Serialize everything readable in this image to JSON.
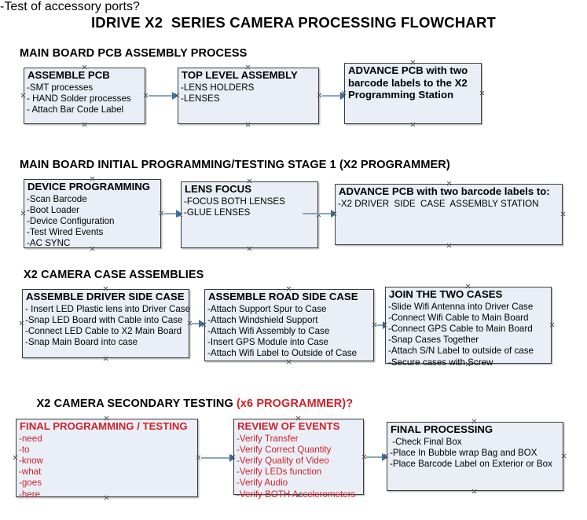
{
  "document": {
    "title": "IDRIVE X2  SERIES CAMERA PROCESSING FLOWCHART"
  },
  "colors": {
    "box_fill": "#eaeff7",
    "box_border": "#3b3b3b",
    "connector": "#8aa6c0",
    "arrowhead": "#3a6ea5",
    "accent_red": "#d12229",
    "text": "#000000"
  },
  "sections": [
    {
      "heading": "MAIN BOARD PCB ASSEMBLY PROCESS",
      "heading_accent": "",
      "boxes": [
        {
          "title": "ASSEMBLE PCB",
          "lines": [
            "-SMT processes",
            "- HAND Solder processes",
            "- Attach Bar Code Label"
          ]
        },
        {
          "title": "TOP LEVEL ASSEMBLY",
          "lines": [
            "-LENS HOLDERS",
            "-LENSES"
          ]
        },
        {
          "title": "ADVANCE PCB with two barcode labels to the  X2 Programming Station",
          "lines": []
        }
      ]
    },
    {
      "heading": "MAIN BOARD INITIAL PROGRAMMING/TESTING STAGE 1 (X2 PROGRAMMER)",
      "heading_accent": "",
      "boxes": [
        {
          "title": "DEVICE PROGRAMMING",
          "lines": [
            "-Scan Barcode",
            "-Boot Loader",
            "-Device Configuration",
            "-Test Wired Events",
            "-AC SYNC"
          ]
        },
        {
          "title": "LENS FOCUS",
          "lines": [
            "-FOCUS BOTH LENSES",
            "-GLUE LENSES"
          ]
        },
        {
          "title": "ADVANCE PCB with two barcode labels to:",
          "lines": [
            "-X2 DRIVER  SIDE  CASE  ASSEMBLY STATION"
          ]
        }
      ]
    },
    {
      "heading": "X2 CAMERA CASE ASSEMBLIES",
      "heading_accent": "",
      "boxes": [
        {
          "title": "ASSEMBLE DRIVER SIDE CASE",
          "lines": [
            "- Insert LED Plastic lens into Driver Case",
            "-Snap LED Board with Cable into Case",
            "-Connect LED Cable to X2 Main Board",
            "-Snap Main Board into case"
          ]
        },
        {
          "title": "ASSEMBLE ROAD SIDE CASE",
          "lines": [
            "-Attach Support Spur to Case",
            "-Attach Windshield Support",
            "-Attach Wifi Assembly to Case",
            "-Insert GPS Module into Case",
            "-Attach Wifi Label to Outside of Case"
          ]
        },
        {
          "title": "JOIN THE TWO CASES",
          "lines": [
            "-Slide Wifi Antenna into Driver Case",
            "-Connect Wifi Cable to Main Board",
            "-Connect GPS Cable to Main Board",
            "-Snap Cases Together",
            "-Attach S/N Label to outside of case",
            "-Secure cases with Screw"
          ]
        }
      ]
    },
    {
      "heading": "X2 CAMERA SECONDARY TESTING ",
      "heading_accent": "(x6 PROGRAMMER)?",
      "boxes": [
        {
          "title": "FINAL PROGRAMMING / TESTING",
          "lines": [
            "-need",
            "-to",
            "-know",
            "-what",
            "-goes",
            "-here"
          ]
        },
        {
          "title": "REVIEW OF EVENTS",
          "lines": [
            "-Verify Transfer",
            "-Verify Correct Quantity",
            "-Verify Quality of Video",
            "-Verify LEDs function",
            "-Verify Audio",
            "-Verify BOTH Accelerometers"
          ],
          "overflow_line": "-Test of accessory ports?"
        },
        {
          "title": "FINAL PROCESSING",
          "lines": [
            " -Check Final Box",
            "-Place In Bubble wrap Bag and BOX",
            "-Place Barcode Label on Exterior or Box"
          ]
        }
      ]
    }
  ]
}
